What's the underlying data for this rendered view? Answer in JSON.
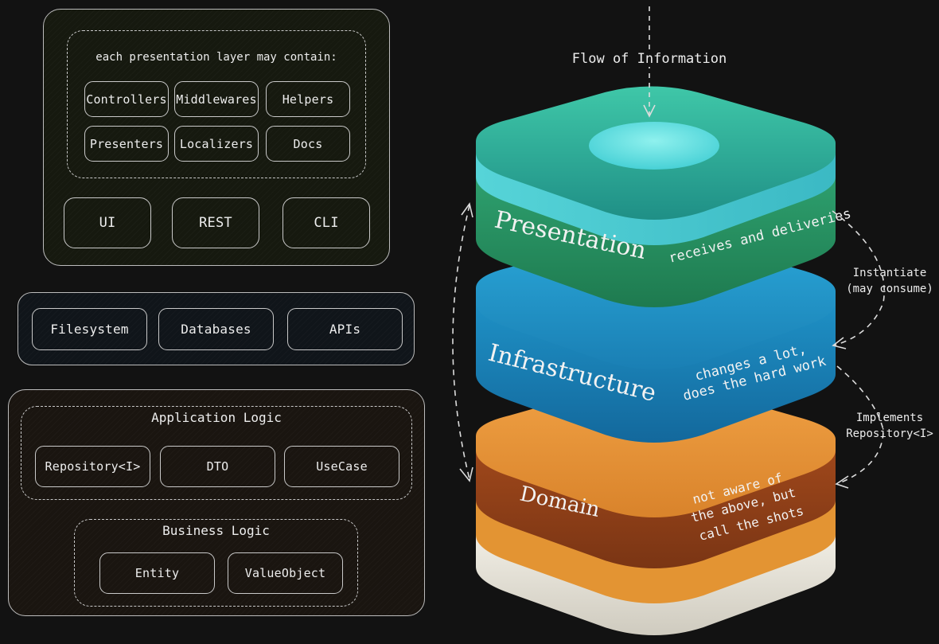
{
  "presentation_panel": {
    "caption": "each presentation layer may contain:",
    "components": [
      "Controllers",
      "Middlewares",
      "Helpers",
      "Presenters",
      "Localizers",
      "Docs"
    ],
    "deliveries": [
      "UI",
      "REST",
      "CLI"
    ]
  },
  "infrastructure_panel": {
    "items": [
      "Filesystem",
      "Databases",
      "APIs"
    ]
  },
  "domain_panel": {
    "application_title": "Application Logic",
    "application_items": [
      "Repository<I>",
      "DTO",
      "UseCase"
    ],
    "business_title": "Business Logic",
    "business_items": [
      "Entity",
      "ValueObject"
    ]
  },
  "stack": {
    "flow_label": "Flow of Information",
    "layers": [
      {
        "name": "Presentation",
        "desc": [
          "receives and deliveries"
        ],
        "color": "#2e9a6a"
      },
      {
        "name": "Infrastructure",
        "desc": [
          "changes a lot,",
          "does the hard work"
        ],
        "color": "#1e86b8"
      },
      {
        "name": "Domain",
        "desc": [
          "not aware of",
          "the above, but",
          "call the shots"
        ],
        "color": "#9a4a1a"
      }
    ],
    "arrow_labels": {
      "instantiate": [
        "Instantiate",
        "(may consume)"
      ],
      "implements": [
        "Implements",
        "Repository<I>"
      ]
    }
  }
}
